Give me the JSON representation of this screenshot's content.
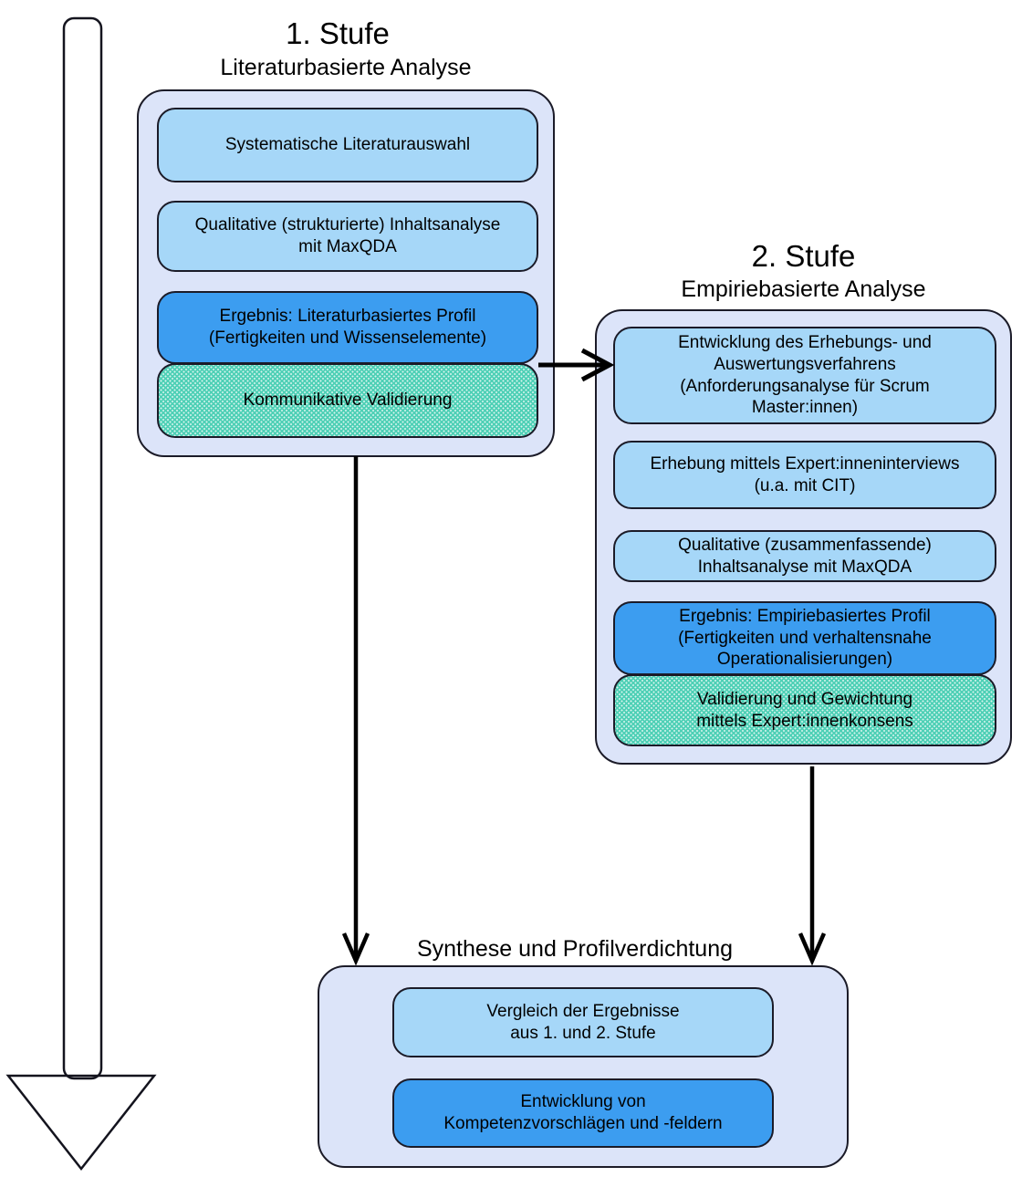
{
  "diagram": {
    "kind": "research-methodology-flow"
  },
  "colors": {
    "container_fill": "#dce4f9",
    "step_fill": "#a6d7f8",
    "result_fill": "#3c9df0",
    "validation_fill": "#4fd0b6",
    "validation_dot": "#d9f4ee",
    "outline": "#1b1b28",
    "arrow": "#000000",
    "page_background": "#ffffff"
  },
  "stage1": {
    "title": "1. Stufe",
    "subtitle": "Literaturbasierte Analyse",
    "boxes": [
      {
        "type": "step",
        "text": "Systematische Literaturauswahl"
      },
      {
        "type": "step",
        "text": "Qualitative (strukturierte) Inhaltsanalyse\nmit MaxQDA"
      },
      {
        "type": "result",
        "text": "Ergebnis: Literaturbasiertes Profil\n(Fertigkeiten und Wissenselemente)"
      },
      {
        "type": "validation",
        "text": "Kommunikative Validierung"
      }
    ]
  },
  "stage2": {
    "title": "2. Stufe",
    "subtitle": "Empiriebasierte Analyse",
    "boxes": [
      {
        "type": "step",
        "text": "Entwicklung des Erhebungs- und\nAuswertungsverfahrens\n(Anforderungsanalyse für Scrum\nMaster:innen)"
      },
      {
        "type": "step",
        "text": "Erhebung mittels Expert:inneninterviews\n(u.a. mit CIT)"
      },
      {
        "type": "step",
        "text": "Qualitative (zusammenfassende)\nInhaltsanalyse mit MaxQDA"
      },
      {
        "type": "result",
        "text": "Ergebnis: Empiriebasiertes Profil\n(Fertigkeiten und verhaltensnahe\nOperationalisierungen)"
      },
      {
        "type": "validation",
        "text": "Validierung und Gewichtung\nmittels Expert:innenkonsens"
      }
    ]
  },
  "synthesis": {
    "title": "Synthese und Profilverdichtung",
    "boxes": [
      {
        "type": "step",
        "text": "Vergleich der Ergebnisse\naus 1. und 2. Stufe"
      },
      {
        "type": "result",
        "text": "Entwicklung von\nKompetenzvorschlägen und -feldern"
      }
    ]
  }
}
